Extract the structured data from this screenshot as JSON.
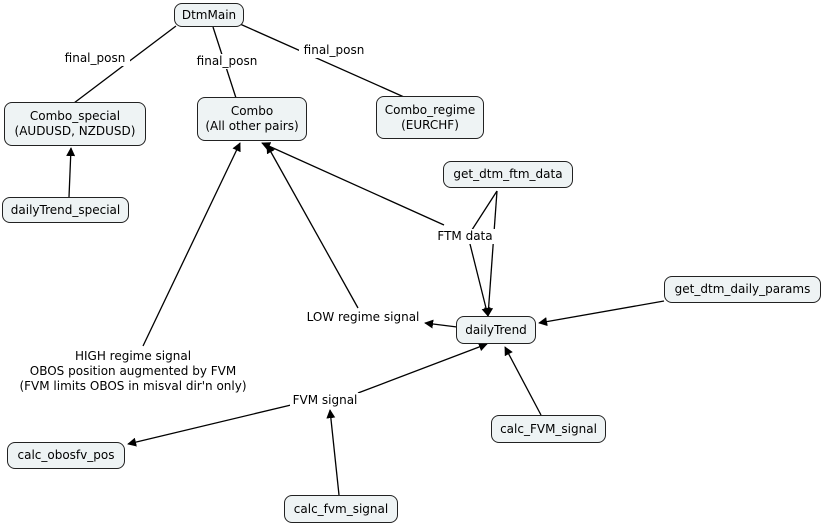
{
  "nodes": {
    "dtm_main": "DtmMain",
    "combo_special": [
      "Combo_special",
      "(AUDUSD, NZDUSD)"
    ],
    "combo": [
      "Combo",
      "(All other pairs)"
    ],
    "combo_regime": [
      "Combo_regime",
      "(EURCHF)"
    ],
    "daily_trend_special": "dailyTrend_special",
    "get_dtm_ftm_data": "get_dtm_ftm_data",
    "get_dtm_daily_params": "get_dtm_daily_params",
    "daily_trend": "dailyTrend",
    "calc_fvm_signal_upper": "calc_FVM_signal",
    "calc_obosfv_pos": "calc_obosfv_pos",
    "calc_fvm_signal_lower": "calc_fvm_signal"
  },
  "labels": {
    "final_posn_left": "final_posn",
    "final_posn_mid": "final_posn",
    "final_posn_right": "final_posn",
    "ftm_data": "FTM data",
    "low_regime": "LOW regime signal",
    "high_regime": [
      "HIGH regime signal",
      "OBOS position augmented by FVM",
      "(FVM limits OBOS in misval dir'n only)"
    ],
    "fvm_signal": "FVM signal"
  }
}
